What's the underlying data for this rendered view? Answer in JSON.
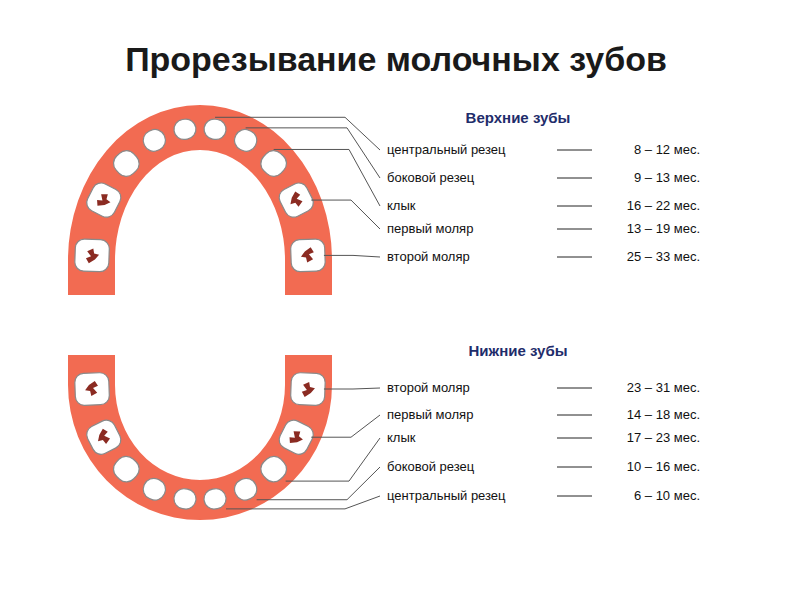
{
  "diagram": {
    "title": "Прорезывание молочных зубов",
    "labels": [
      "Верхние зубы",
      "центральный резец",
      "8 – 12 мес.",
      "боковой резец",
      "9 – 13 мес.",
      "клык",
      "16 – 22 мес.",
      "первый моляр",
      "13 – 19 мес.",
      "второй моляр",
      "25 – 33 мес.",
      "Нижние зубы",
      "второй моляр",
      "23 – 31 мес.",
      "первый моляр",
      "14 – 18 мес.",
      "клык",
      "17 – 23 мес.",
      "боковой резец",
      "10 – 16 мес.",
      "центральный резец",
      "6 – 10 мес."
    ]
  }
}
